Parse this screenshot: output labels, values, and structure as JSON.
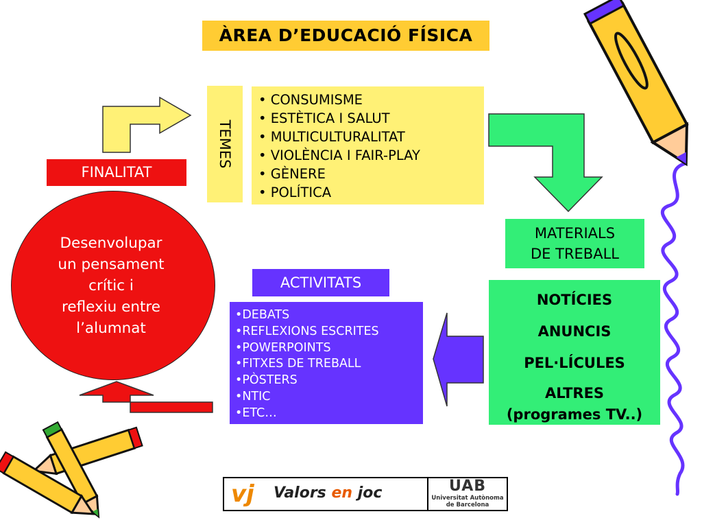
{
  "title": "ÀREA D’EDUCACIÓ FÍSICA",
  "temes": {
    "label": "TEMES",
    "items": [
      "• CONSUMISME",
      "• ESTÈTICA I SALUT",
      "• MULTICULTURALITAT",
      "• VIOLÈNCIA I FAIR-PLAY",
      "• GÈNERE",
      "• POLÍTICA"
    ]
  },
  "finalitat": {
    "label": "FINALITAT",
    "lines": [
      "Desenvolupar",
      "un pensament",
      "crític i",
      "reflexiu entre",
      "l’alumnat"
    ]
  },
  "materials": {
    "label_lines": [
      "MATERIALS",
      "DE TREBALL"
    ],
    "items": [
      "NOTÍCIES",
      "ANUNCIS",
      "PEL·LÍCULES"
    ],
    "last_lines": [
      "ALTRES",
      "(programes TV..)"
    ]
  },
  "activitats": {
    "label": "ACTIVITATS",
    "items": [
      "•DEBATS",
      "•REFLEXIONS ESCRITES",
      "•POWERPOINTS",
      "•FITXES DE TREBALL",
      "•PÒSTERS",
      "•NTIC",
      "•ETC…"
    ]
  },
  "logo": {
    "mark": "vj",
    "word1": "Valors",
    "word2": "en",
    "word3": "joc",
    "uab": "UAB",
    "uab_sub1": "Universitat Autònoma",
    "uab_sub2": "de Barcelona"
  },
  "colors": {
    "title": "#ffcc33",
    "temes": "#fff176",
    "finalitat": "#ee1111",
    "materials": "#33ee77",
    "activitats": "#6633ff"
  }
}
